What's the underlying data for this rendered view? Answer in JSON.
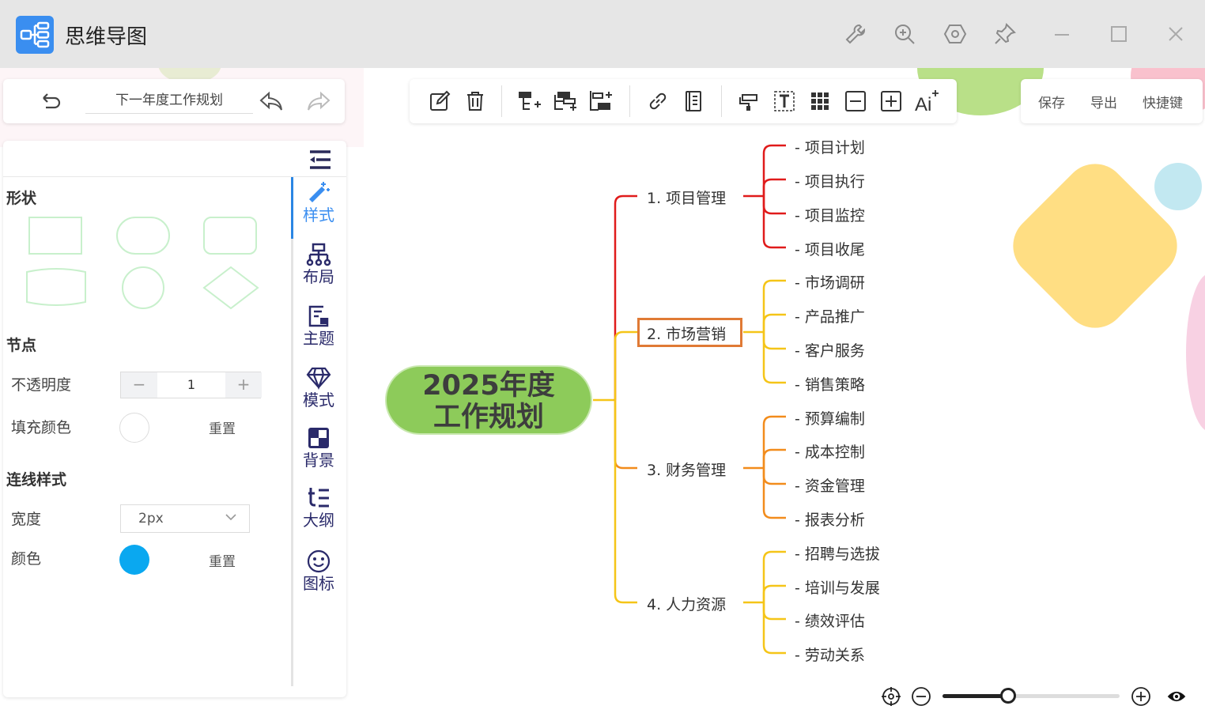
{
  "app": {
    "title": "思维导图"
  },
  "titlebar_icons": [
    "wrench-icon",
    "zoom-in-icon",
    "settings-hex-icon",
    "pin-icon",
    "minimize-icon",
    "maximize-icon",
    "close-icon"
  ],
  "doc": {
    "title": "下一年度工作规划"
  },
  "toolbar": {
    "tools": [
      "edit-icon",
      "delete-icon",
      "add-child-icon",
      "add-sibling-icon",
      "add-parent-icon",
      "link-icon",
      "note-icon",
      "format-painter-icon",
      "text-icon",
      "grid-icon",
      "collapse-minus-icon",
      "expand-plus-icon",
      "ai-icon"
    ]
  },
  "right_menu": {
    "save": "保存",
    "export": "导出",
    "shortcuts": "快捷键"
  },
  "panel": {
    "shape_title": "形状",
    "node_title": "节点",
    "opacity_label": "不透明度",
    "opacity_value": "1",
    "opacity_minus": "−",
    "opacity_plus": "+",
    "fill_label": "填充颜色",
    "fill_color": "#ffffff",
    "reset": "重置",
    "line_title": "连线样式",
    "width_label": "宽度",
    "width_value": "2px",
    "color_label": "颜色",
    "line_color": "#0aa8f0"
  },
  "tabs": [
    {
      "label": "样式",
      "icon": "magic-wand-icon",
      "active": true
    },
    {
      "label": "布局",
      "icon": "layout-tree-icon",
      "active": false
    },
    {
      "label": "主题",
      "icon": "theme-icon",
      "active": false
    },
    {
      "label": "模式",
      "icon": "diamond-icon",
      "active": false
    },
    {
      "label": "背景",
      "icon": "background-icon",
      "active": false
    },
    {
      "label": "大纲",
      "icon": "outline-icon",
      "active": false
    },
    {
      "label": "图标",
      "icon": "smiley-icon",
      "active": false
    }
  ],
  "mindmap": {
    "root_line1": "2025年度",
    "root_line2": "工作规划",
    "branches": [
      {
        "label": "1. 项目管理",
        "color": "#e01b1b",
        "children": [
          "- 项目计划",
          "- 项目执行",
          "- 项目监控",
          "- 项目收尾"
        ]
      },
      {
        "label": "2. 市场营销",
        "color": "#f5c518",
        "selected": true,
        "children": [
          "- 市场调研",
          "- 产品推广",
          "- 客户服务",
          "- 销售策略"
        ]
      },
      {
        "label": "3. 财务管理",
        "color": "#f28c1c",
        "children": [
          "- 预算编制",
          "- 成本控制",
          "- 资金管理",
          "- 报表分析"
        ]
      },
      {
        "label": "4. 人力资源",
        "color": "#f5c518",
        "children": [
          "- 招聘与选拔",
          "- 培训与发展",
          "- 绩效评估",
          "- 劳动关系"
        ]
      }
    ]
  },
  "zoom": {
    "level_fraction": 0.37
  }
}
